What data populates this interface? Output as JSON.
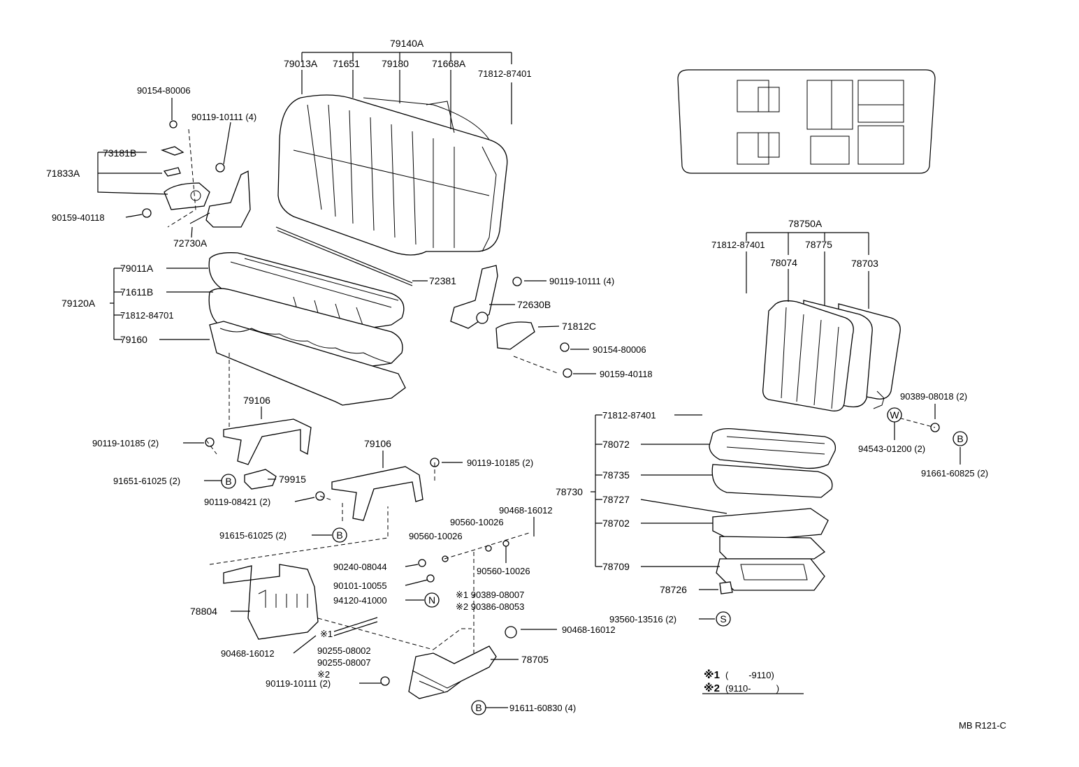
{
  "diagram": {
    "footer_code": "MB R121-C",
    "note_1_mark": "※1",
    "note_1_range": "(        -9110)",
    "note_2_mark": "※2",
    "note_2_range": "(9110-          )",
    "circle_b": "B",
    "circle_n": "N",
    "circle_s": "S",
    "circle_w": "W"
  },
  "rear_seat": {
    "assembly": "79140A",
    "cover": "79013A",
    "pad": "71651",
    "frame": "79180",
    "spring": "71668A",
    "clip_top": "71812-87401",
    "bolt_top": "90154-80006",
    "bolt_4": "90119-10111 (4)",
    "hinge_cover": "73181B",
    "hinge_assy": "71833A",
    "bolt_side": "90159-40118",
    "recliner": "72730A",
    "rod": "72381",
    "cushion_cover": "79011A",
    "cushion_pad": "71611B",
    "cushion_assy": "79120A",
    "cushion_clip": "71812-84701",
    "cushion_frame": "79160",
    "leg_top": "79106",
    "leg_bolt": "90119-10185 (2)",
    "leg_b_left": "91651-61025 (2)",
    "leg_stop": "79915",
    "leg2": "79106",
    "leg2_bolt": "90119-10185 (2)",
    "leg2_bolt_small": "90119-08421 (2)",
    "leg2_b": "91615-61025 (2)"
  },
  "middle": {
    "bolt_4": "90119-10111 (4)",
    "hinge": "72630B",
    "cover": "71812C",
    "bolt_a": "90154-80006",
    "bolt_b": "90159-40118",
    "clip_1": "90468-16012",
    "washer_1": "90560-10026",
    "washer_2": "90560-10026",
    "washer_3": "90560-10026",
    "bolt_c": "90240-08044",
    "bolt_d": "90101-10055",
    "nut_n": "94120-41000",
    "cushion_1": "※1 90389-08007",
    "cushion_2": "※2 90386-08053",
    "clip_2": "90468-16012",
    "bracket": "78804",
    "clip_3": "90468-16012",
    "pin_1": "90255-08002",
    "pin_2": "90255-08007",
    "pin_mark_1": "※1",
    "pin_mark_2": "※2",
    "bolt_e": "90119-10111 (2)",
    "support": "78705",
    "bolt_b2": "91611-60830 (4)"
  },
  "single_seat": {
    "assembly": "78750A",
    "clip": "71812-87401",
    "spring": "78775",
    "pad": "78074",
    "frame": "78703",
    "cushion_clip": "71812-87401",
    "cushion_cover": "78072",
    "cushion_pad": "78735",
    "cushion_assy": "78730",
    "cushion_sub": "78727",
    "cushion_frame": "78702",
    "cushion_base": "78709",
    "stopper": "78726",
    "stopper_s": "93560-13516 (2)",
    "bolt_w": "90389-08018 (2)",
    "washer_w": "94543-01200 (2)",
    "bolt_b": "91661-60825 (2)"
  }
}
